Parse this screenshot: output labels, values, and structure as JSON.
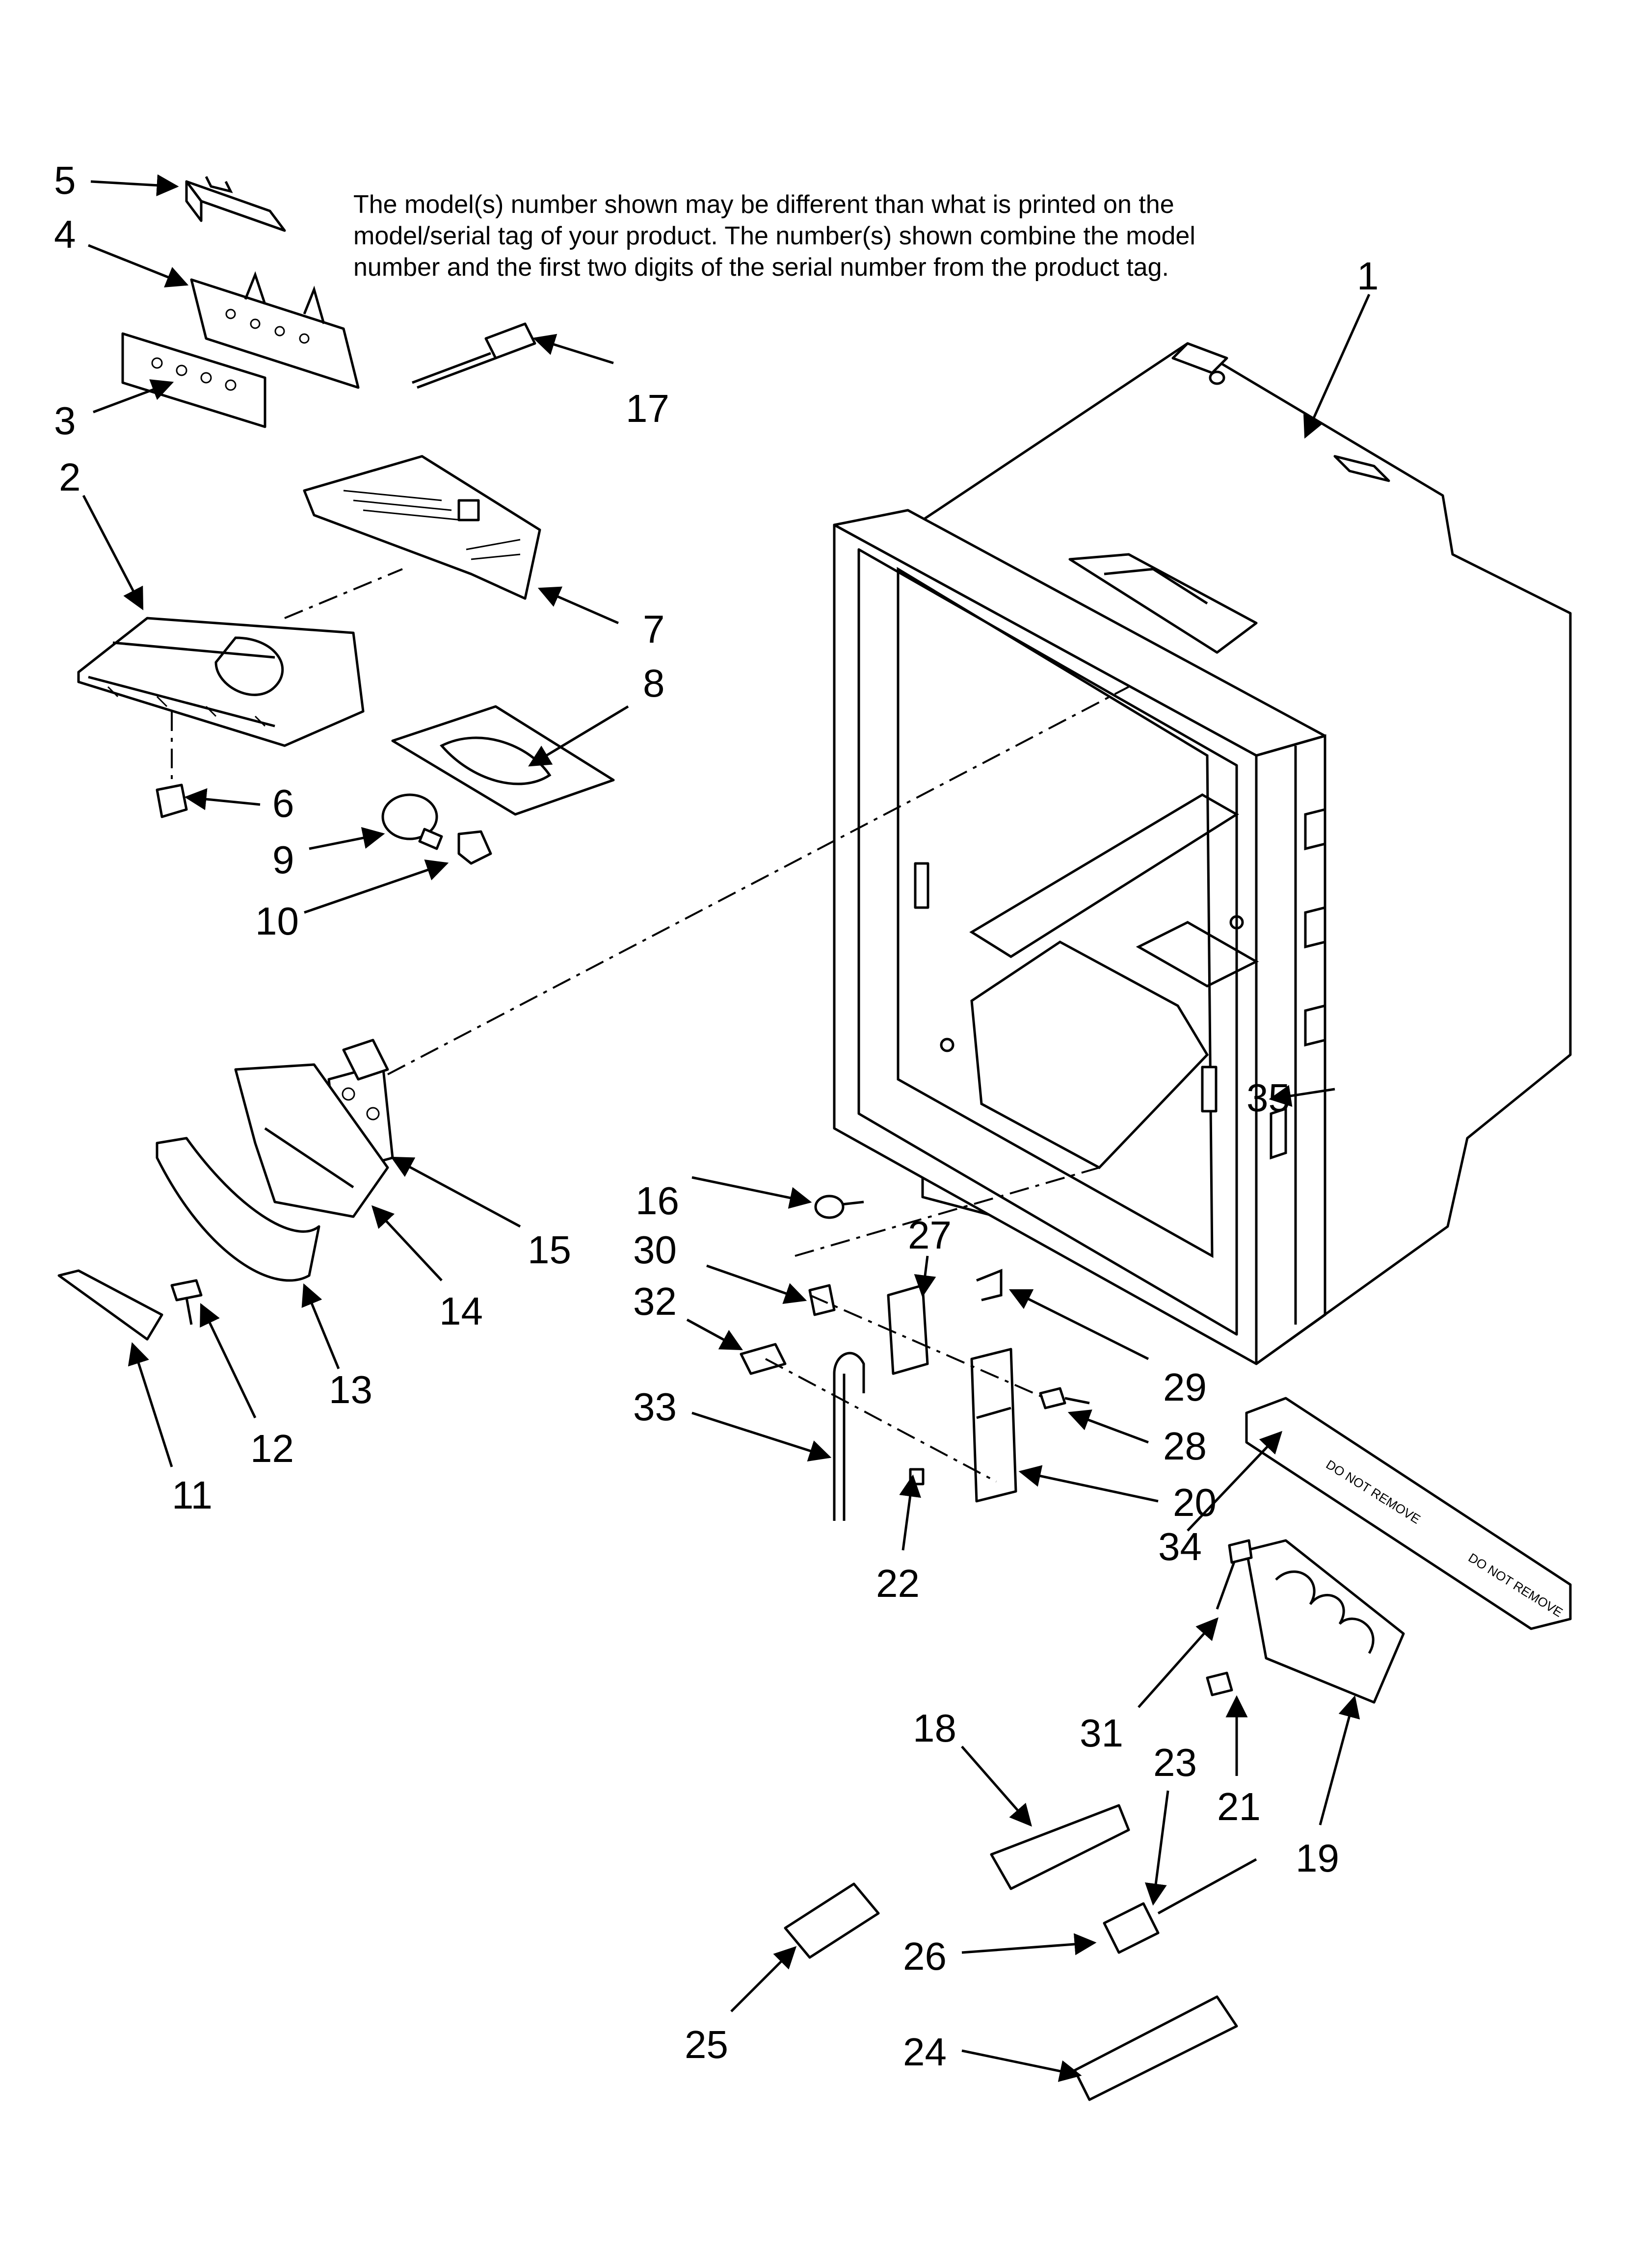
{
  "note": {
    "line1": "The model(s) number shown may be different than what is printed on the",
    "line2": "model/serial tag of your product. The number(s) shown combine the model",
    "line3": "number and the first two digits of the serial number from the product tag."
  },
  "callouts": {
    "c1": "1",
    "c2": "2",
    "c3": "3",
    "c4": "4",
    "c5": "5",
    "c6": "6",
    "c7": "7",
    "c8": "8",
    "c9": "9",
    "c10": "10",
    "c11": "11",
    "c12": "12",
    "c13": "13",
    "c14": "14",
    "c15": "15",
    "c16": "16",
    "c17": "17",
    "c18": "18",
    "c19": "19",
    "c20": "20",
    "c21": "21",
    "c22": "22",
    "c23": "23",
    "c24": "24",
    "c25": "25",
    "c26": "26",
    "c27": "27",
    "c28": "28",
    "c29": "29",
    "c30": "30",
    "c31": "31",
    "c32": "32",
    "c33": "33",
    "c34": "34",
    "c35": "35"
  },
  "part_text": {
    "do_not_remove": "DO NOT REMOVE"
  }
}
